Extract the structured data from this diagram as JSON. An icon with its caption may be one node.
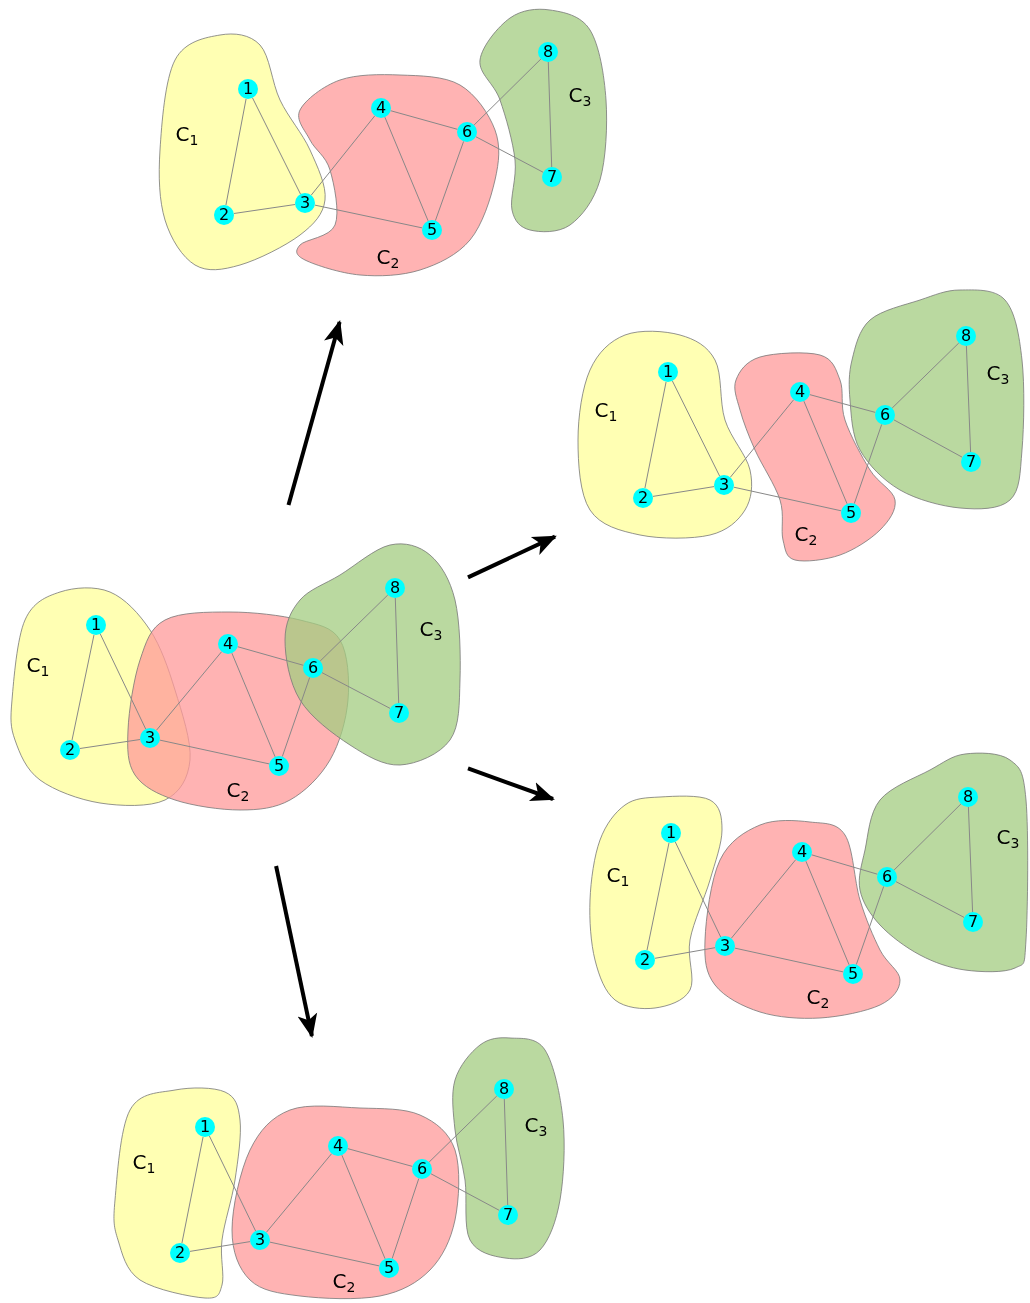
{
  "diagram": {
    "nodes": [
      {
        "text": [],
        "shape": "picture"
      },
      {
        "text": [
          "C$_{1}$"
        ],
        "in": 0
      },
      {
        "text": [
          "C$_{2}$"
        ],
        "in": 0
      },
      {
        "text": [
          "C$_{3}$"
        ],
        "in": 0
      },
      {
        "text": [
          "1"
        ],
        "in": 1
      },
      {
        "text": [
          "2"
        ],
        "in": 1
      },
      {
        "text": [
          "3"
        ],
        "in": 1
      },
      {
        "text": [
          "4"
        ],
        "in": 2
      },
      {
        "text": [
          "5"
        ],
        "in": 2
      },
      {
        "text": [
          "6"
        ],
        "in": 2
      },
      {
        "text": [
          "7"
        ],
        "in": 3
      },
      {
        "text": [
          "8"
        ],
        "in": 3
      },
      {
        "text": [],
        "shape": "picture"
      },
      {
        "text": [
          "C$_{1}$"
        ],
        "in": 12
      },
      {
        "text": [
          "C$_{2}$"
        ],
        "in": 12
      },
      {
        "text": [
          "C$_{3}$"
        ],
        "in": 12
      },
      {
        "text": [
          "1"
        ],
        "in": 13
      },
      {
        "text": [
          "2"
        ],
        "in": 13
      },
      {
        "text": [
          "3"
        ],
        "in": 13
      },
      {
        "text": [
          "4"
        ],
        "in": 14
      },
      {
        "text": [
          "5"
        ],
        "in": 14
      },
      {
        "text": [
          "6"
        ],
        "in": 15
      },
      {
        "text": [
          "7"
        ],
        "in": 15
      },
      {
        "text": [
          "8"
        ],
        "in": 15
      },
      {
        "text": [],
        "shape": "picture"
      },
      {
        "text": [
          "C$_{1}$"
        ],
        "in": 24
      },
      {
        "text": [
          "C$_{2}$"
        ],
        "in": 24
      },
      {
        "text": [
          "C$_{3}$"
        ],
        "in": 24
      },
      {
        "text": [
          "1"
        ],
        "in": 25
      },
      {
        "text": [
          "2"
        ],
        "in": 25
      },
      {
        "text": [
          "3"
        ]
      },
      {
        "text": [
          "4"
        ],
        "in": 26
      },
      {
        "text": [
          "5"
        ],
        "in": 26
      },
      {
        "text": [
          "6"
        ]
      },
      {
        "text": [
          "7"
        ],
        "in": 27
      },
      {
        "text": [
          "8"
        ],
        "in": 27
      },
      {
        "text": [],
        "shape": "picture"
      },
      {
        "text": [
          "C$_{1}$"
        ],
        "in": 36
      },
      {
        "text": [
          "C$_{2}$"
        ],
        "in": 36
      },
      {
        "text": [
          "C$_{3}$"
        ],
        "in": 36
      },
      {
        "text": [
          "1"
        ],
        "in": 37
      },
      {
        "text": [
          "2"
        ],
        "in": 37
      },
      {
        "text": [
          "3"
        ],
        "in": 38
      },
      {
        "text": [
          "4"
        ],
        "in": 38
      },
      {
        "text": [
          "5"
        ],
        "in": 38
      },
      {
        "text": [
          "6"
        ],
        "in": 39
      },
      {
        "text": [
          "7"
        ],
        "in": 39
      },
      {
        "text": [
          "8"
        ],
        "in": 39
      },
      {
        "text": [],
        "shape": "picture"
      },
      {
        "text": [
          "C$_{1}$"
        ],
        "in": 48
      },
      {
        "text": [
          "C$_{2}$"
        ],
        "in": 48
      },
      {
        "text": [
          "C$_{3}$"
        ],
        "in": 48
      },
      {
        "text": [
          "1"
        ],
        "in": 49
      },
      {
        "text": [
          "2"
        ],
        "in": 49
      },
      {
        "text": [
          "3"
        ],
        "in": 50
      },
      {
        "text": [
          "4"
        ],
        "in": 50
      },
      {
        "text": [
          "5"
        ],
        "in": 50
      },
      {
        "text": [
          "6"
        ],
        "in": 50
      },
      {
        "text": [
          "7"
        ],
        "in": 51
      },
      {
        "text": [
          "8"
        ],
        "in": 51
      }
    ],
    "edges": [
      {
        "from": 24,
        "to": 0,
        "arrow": "to",
        "style": "thick",
        "color": "#000000"
      },
      {
        "from": 24,
        "to": 12,
        "arrow": "to",
        "style": "thick",
        "color": "#000000"
      },
      {
        "from": 24,
        "to": 36,
        "arrow": "to",
        "style": "thick",
        "color": "#000000"
      },
      {
        "from": 24,
        "to": 48,
        "arrow": "to",
        "style": "thick",
        "color": "#000000"
      },
      {
        "from": 4,
        "to": 5,
        "arrow": "none"
      },
      {
        "from": 4,
        "to": 6,
        "arrow": "none"
      },
      {
        "from": 5,
        "to": 6,
        "arrow": "none"
      },
      {
        "from": 6,
        "to": 7,
        "arrow": "none"
      },
      {
        "from": 6,
        "to": 8,
        "arrow": "none"
      },
      {
        "from": 7,
        "to": 8,
        "arrow": "none"
      },
      {
        "from": 7,
        "to": 9,
        "arrow": "none"
      },
      {
        "from": 8,
        "to": 9,
        "arrow": "none"
      },
      {
        "from": 9,
        "to": 10,
        "arrow": "none"
      },
      {
        "from": 9,
        "to": 11,
        "arrow": "none"
      },
      {
        "from": 10,
        "to": 11,
        "arrow": "none"
      },
      {
        "from": 16,
        "to": 17,
        "arrow": "none"
      },
      {
        "from": 16,
        "to": 18,
        "arrow": "none"
      },
      {
        "from": 17,
        "to": 18,
        "arrow": "none"
      },
      {
        "from": 18,
        "to": 19,
        "arrow": "none"
      },
      {
        "from": 18,
        "to": 20,
        "arrow": "none"
      },
      {
        "from": 19,
        "to": 20,
        "arrow": "none"
      },
      {
        "from": 19,
        "to": 21,
        "arrow": "none"
      },
      {
        "from": 20,
        "to": 21,
        "arrow": "none"
      },
      {
        "from": 21,
        "to": 22,
        "arrow": "none"
      },
      {
        "from": 21,
        "to": 23,
        "arrow": "none"
      },
      {
        "from": 22,
        "to": 23,
        "arrow": "none"
      },
      {
        "from": 28,
        "to": 29,
        "arrow": "none"
      },
      {
        "from": 28,
        "to": 30,
        "arrow": "none"
      },
      {
        "from": 29,
        "to": 30,
        "arrow": "none"
      },
      {
        "from": 30,
        "to": 31,
        "arrow": "none"
      },
      {
        "from": 30,
        "to": 32,
        "arrow": "none"
      },
      {
        "from": 31,
        "to": 32,
        "arrow": "none"
      },
      {
        "from": 31,
        "to": 33,
        "arrow": "none"
      },
      {
        "from": 32,
        "to": 33,
        "arrow": "none"
      },
      {
        "from": 33,
        "to": 34,
        "arrow": "none"
      },
      {
        "from": 33,
        "to": 35,
        "arrow": "none"
      },
      {
        "from": 34,
        "to": 35,
        "arrow": "none"
      },
      {
        "from": 40,
        "to": 41,
        "arrow": "none"
      },
      {
        "from": 40,
        "to": 42,
        "arrow": "none"
      },
      {
        "from": 41,
        "to": 42,
        "arrow": "none"
      },
      {
        "from": 42,
        "to": 43,
        "arrow": "none"
      },
      {
        "from": 42,
        "to": 44,
        "arrow": "none"
      },
      {
        "from": 43,
        "to": 44,
        "arrow": "none"
      },
      {
        "from": 43,
        "to": 45,
        "arrow": "none"
      },
      {
        "from": 44,
        "to": 45,
        "arrow": "none"
      },
      {
        "from": 45,
        "to": 46,
        "arrow": "none"
      },
      {
        "from": 45,
        "to": 47,
        "arrow": "none"
      },
      {
        "from": 46,
        "to": 47,
        "arrow": "none"
      },
      {
        "from": 52,
        "to": 53,
        "arrow": "none"
      },
      {
        "from": 52,
        "to": 54,
        "arrow": "none"
      },
      {
        "from": 53,
        "to": 54,
        "arrow": "none"
      },
      {
        "from": 54,
        "to": 55,
        "arrow": "none"
      },
      {
        "from": 54,
        "to": 56,
        "arrow": "none"
      },
      {
        "from": 55,
        "to": 56,
        "arrow": "none"
      },
      {
        "from": 55,
        "to": 57,
        "arrow": "none"
      },
      {
        "from": 56,
        "to": 57,
        "arrow": "none"
      },
      {
        "from": 57,
        "to": 58,
        "arrow": "none"
      },
      {
        "from": 57,
        "to": 59,
        "arrow": "none"
      },
      {
        "from": 58,
        "to": 59,
        "arrow": "none"
      }
    ]
  }
}
